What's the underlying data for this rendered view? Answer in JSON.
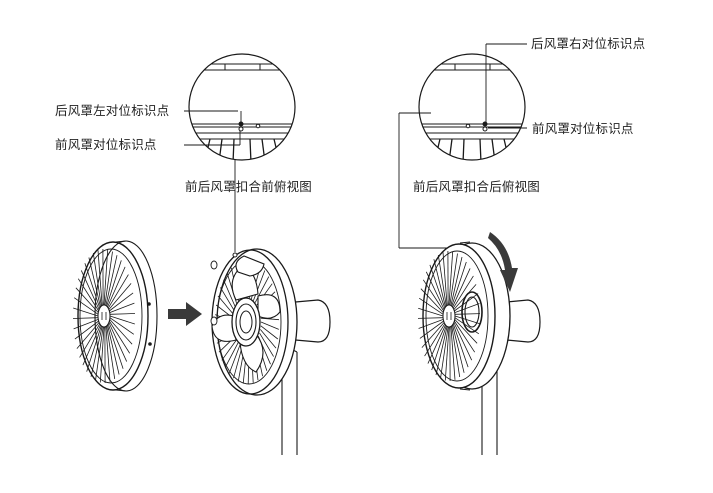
{
  "left": {
    "rear_mark_label": "后风罩左对位标识点",
    "front_mark_label": "前风罩对位标识点",
    "caption": "前后风罩扣合前俯视图"
  },
  "right": {
    "rear_mark_label": "后风罩右对位标识点",
    "front_mark_label": "前风罩对位标识点",
    "caption": "前后风罩扣合后俯视图"
  },
  "colors": {
    "stroke": "#1a1a1a",
    "arrow": "#3a3a3a",
    "text": "#222222"
  }
}
